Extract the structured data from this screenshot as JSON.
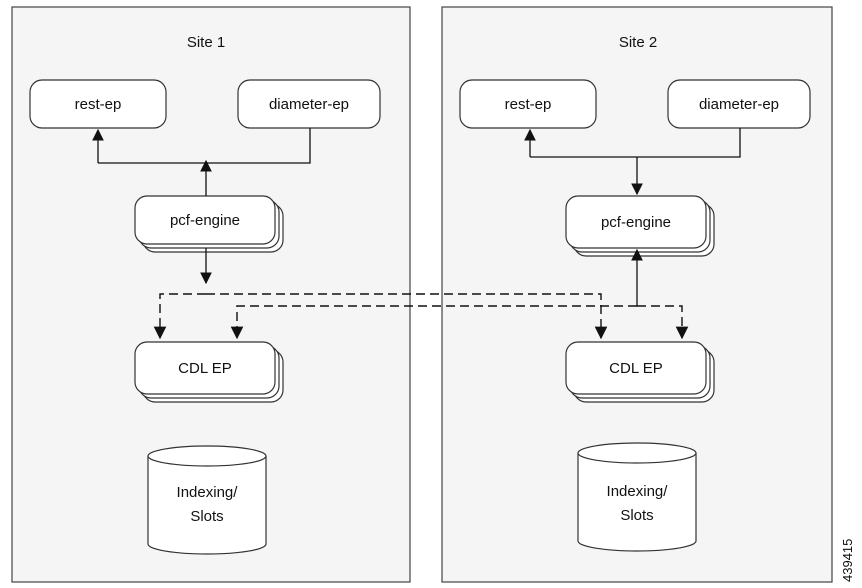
{
  "site1": {
    "title": "Site 1",
    "rest_ep": "rest-ep",
    "diameter_ep": "diameter-ep",
    "pcf_engine": "pcf-engine",
    "cdl_ep": "CDL EP",
    "db_line1": "Indexing/",
    "db_line2": "Slots"
  },
  "site2": {
    "title": "Site 2",
    "rest_ep": "rest-ep",
    "diameter_ep": "diameter-ep",
    "pcf_engine": "pcf-engine",
    "cdl_ep": "CDL EP",
    "db_line1": "Indexing/",
    "db_line2": "Slots"
  },
  "figure_id": "439415"
}
